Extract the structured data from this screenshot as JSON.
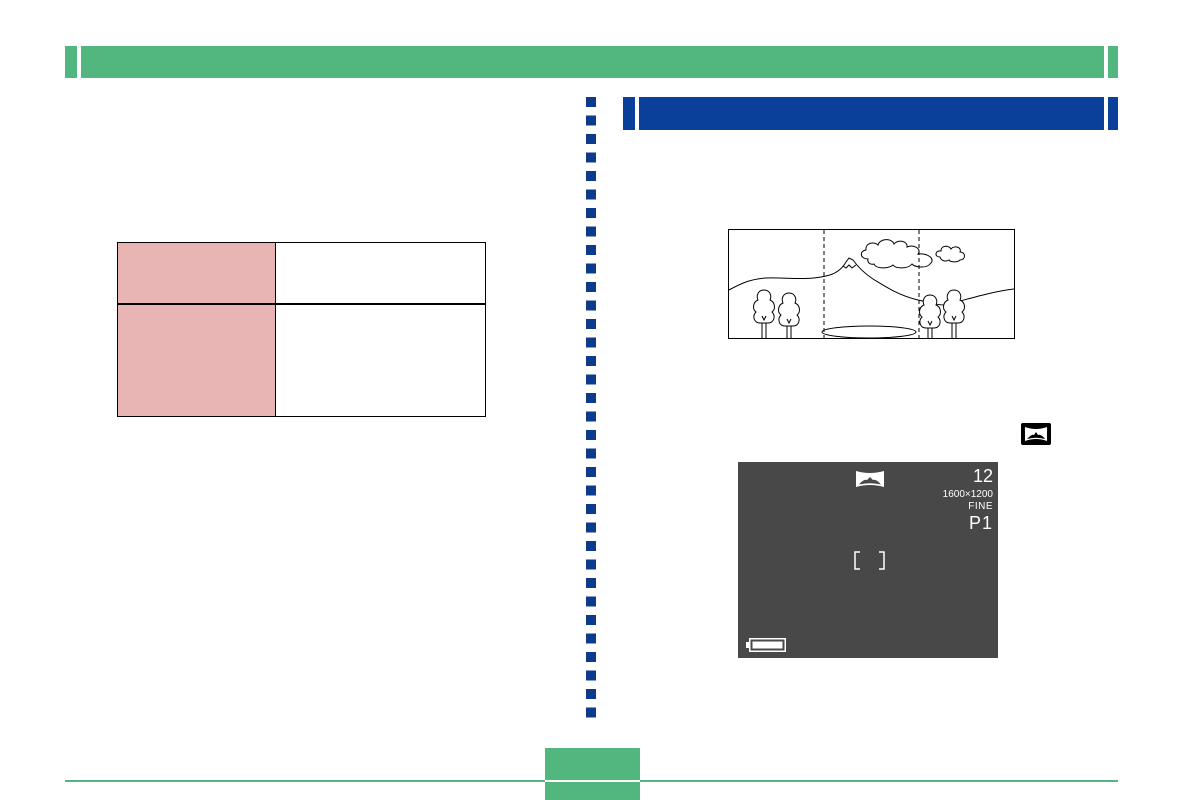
{
  "colors": {
    "header_green": "#51b77e",
    "section_blue": "#0b409a",
    "divider_blue": "#0c3b8e",
    "table_label_pink": "#e8b4b4",
    "lcd_background": "#484848"
  },
  "icons": {
    "scene_illustration": "panorama-scene-illustration",
    "inline_mode_icon": "panorama-mode-icon"
  },
  "lcd": {
    "mode_icon": "panorama-mode-icon",
    "shots_remaining": "12",
    "image_size": "1600×1200",
    "quality": "FINE",
    "mode": "P1",
    "focus_frame_icon": "focus-frame-icon",
    "battery_icon": "battery-icon"
  }
}
